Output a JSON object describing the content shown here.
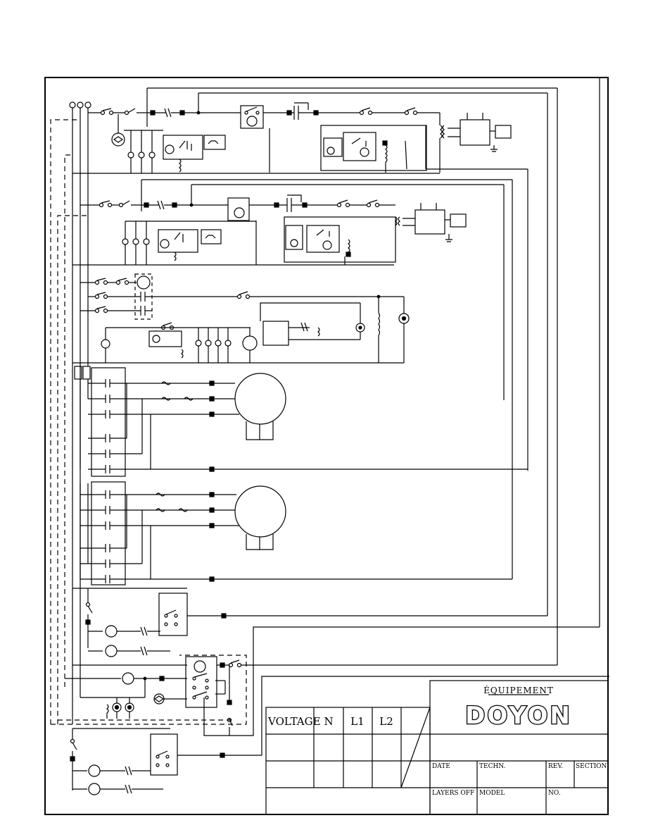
{
  "title_block": {
    "brand_top": "ÉQUIPEMENT",
    "brand_main": "DOYON",
    "voltage_label": "VOLTAGE",
    "col_n": "N",
    "col_l1": "L1",
    "col_l2": "L2",
    "date_label": "DATE",
    "techn_label": "TECHN.",
    "rev_label": "REV.",
    "section_label": "SECTION",
    "layers_label": "LAYERS OFF",
    "model_label": "MODEL",
    "no_label": "NO."
  }
}
